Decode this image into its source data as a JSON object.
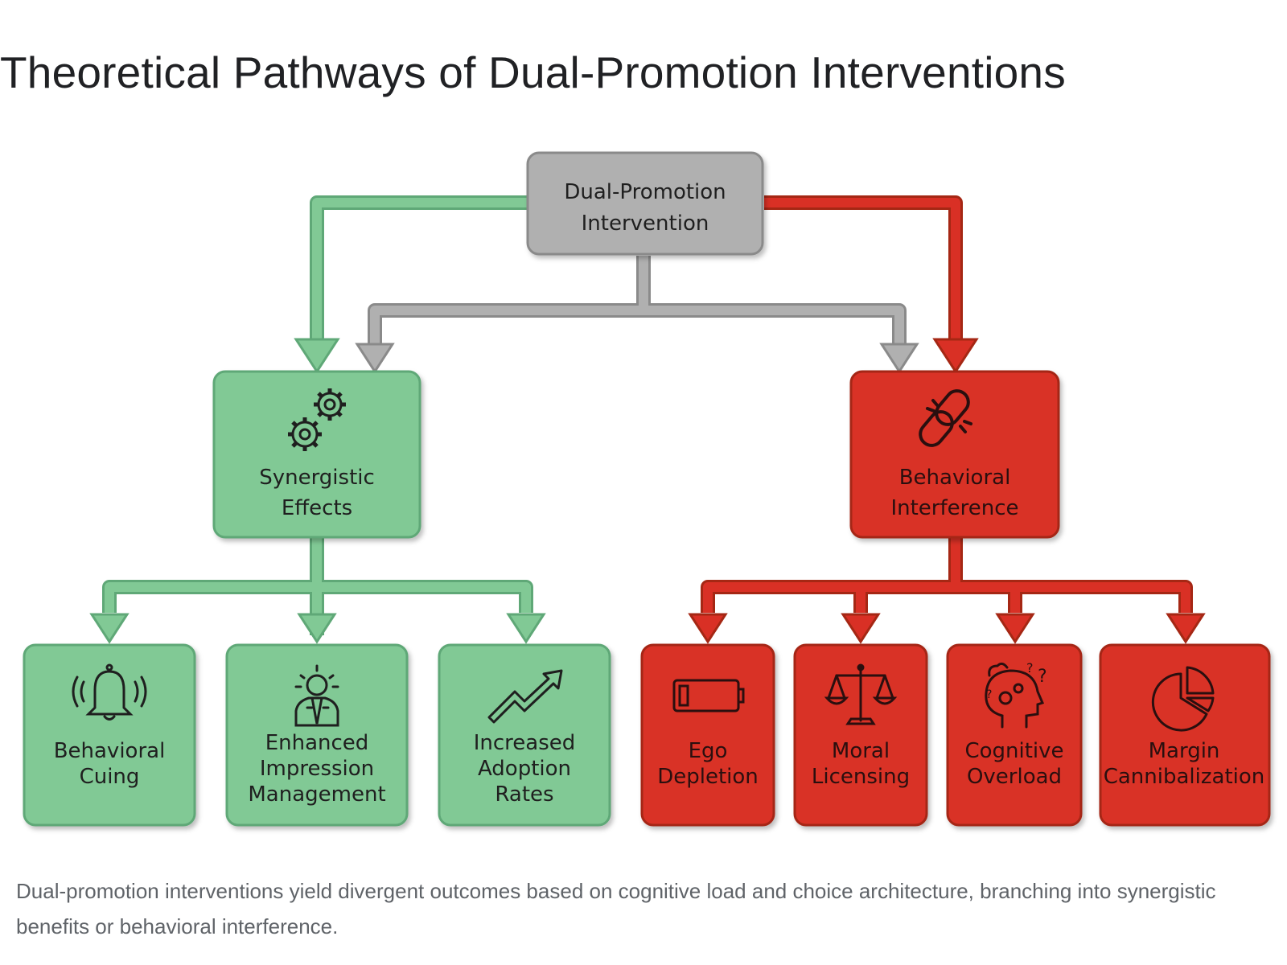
{
  "title": "Theoretical Pathways of Dual-Promotion Interventions",
  "caption": "Dual-promotion interventions yield divergent outcomes based on cognitive load and choice architecture, branching into synergistic benefits or behavioral interference.",
  "colors": {
    "green_fill": "#81c995",
    "green_stroke": "#5fa877",
    "red_fill": "#d93025",
    "red_stroke": "#a52714",
    "gray_fill": "#b0b0b0",
    "gray_stroke": "#8a8a8a"
  },
  "diagram": {
    "root": {
      "lines": [
        "Dual-Promotion",
        "Intervention"
      ]
    },
    "synergy": {
      "icon": "gears-icon",
      "lines": [
        "Synergistic",
        "Effects"
      ],
      "children": [
        {
          "icon": "bell-icon",
          "lines": [
            "Behavioral",
            "Cuing"
          ]
        },
        {
          "icon": "person-idea-icon",
          "lines": [
            "Enhanced",
            "Impression",
            "Management"
          ]
        },
        {
          "icon": "trend-arrow-icon",
          "lines": [
            "Increased",
            "Adoption",
            "Rates"
          ]
        }
      ]
    },
    "interference": {
      "icon": "broken-chain-icon",
      "lines": [
        "Behavioral",
        "Interference"
      ],
      "children": [
        {
          "icon": "low-battery-icon",
          "lines": [
            "Ego",
            "Depletion"
          ]
        },
        {
          "icon": "scales-icon",
          "lines": [
            "Moral",
            "Licensing"
          ]
        },
        {
          "icon": "head-gears-icon",
          "lines": [
            "Cognitive",
            "Overload"
          ]
        },
        {
          "icon": "pie-chart-icon",
          "lines": [
            "Margin",
            "Cannibalization"
          ]
        }
      ]
    }
  }
}
